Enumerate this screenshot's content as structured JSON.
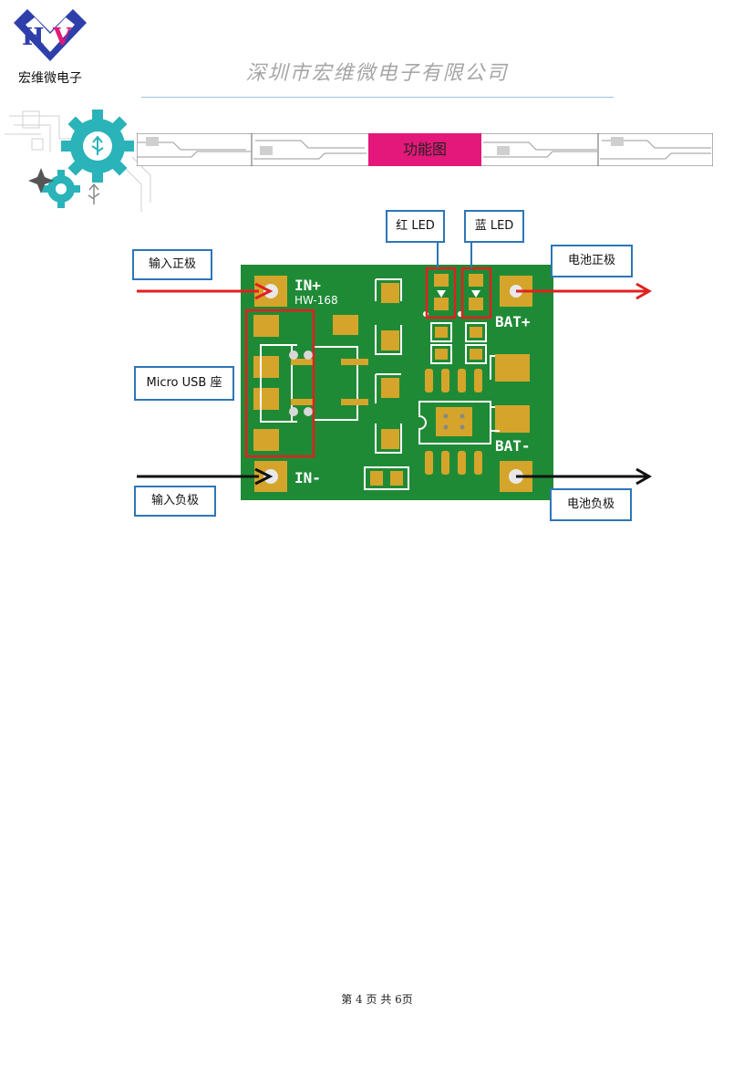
{
  "header": {
    "logo_text": "宏维微电子",
    "company_name": "深圳市宏维微电子有限公司"
  },
  "banner": {
    "title": "功能图"
  },
  "board": {
    "silk_in_plus": "IN+",
    "silk_model": "HW-168",
    "silk_in_minus": "IN-",
    "silk_bat_plus": "BAT+",
    "silk_bat_minus": "BAT-"
  },
  "callouts": {
    "input_positive": "输入正极",
    "micro_usb": "Micro USB 座",
    "input_negative": "输入负极",
    "red_led": "红 LED",
    "blue_led": "蓝 LED",
    "battery_positive": "电池正极",
    "battery_negative": "电池负极"
  },
  "colors": {
    "pcb_green": "#1f8a36",
    "pad_gold": "#d4a52a",
    "highlight_red": "#e02020",
    "callout_border": "#2e75b6",
    "banner_accent": "#e4187a"
  },
  "footer": {
    "page_label": "第 4 页 共 6页"
  }
}
